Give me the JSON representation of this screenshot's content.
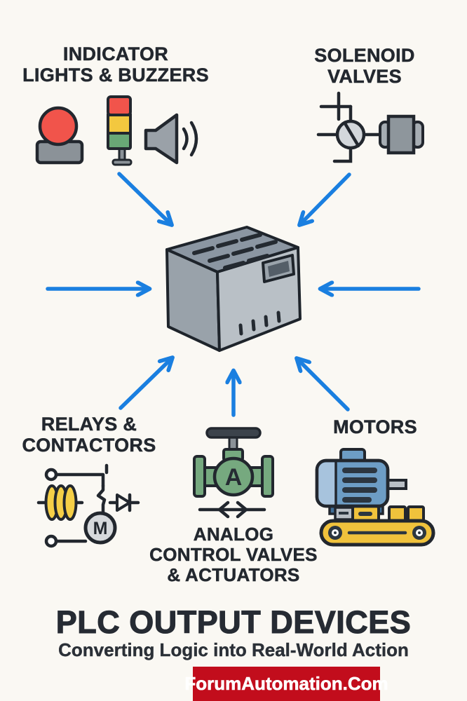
{
  "background": "#faf8f3",
  "colors": {
    "arrow_blue": "#1a7fe0",
    "heading_dark": "#23282f",
    "outline_dark": "#22272e",
    "plc_top": "#8b96a2",
    "plc_left": "#99a2aa",
    "plc_front": "#b9c0c6",
    "red_light": "#f1544b",
    "amber_light": "#f3c83f",
    "green_light": "#69a876",
    "gray_metal": "#9aa1a8",
    "coil_yellow": "#f5cf47",
    "valve_green": "#76a97f",
    "motor_blue": "#6d9dc5",
    "motor_cap_blue": "#a7c3dd",
    "conveyor_yellow": "#f0c23c",
    "banner_red": "#c20d1c",
    "banner_text": "#ffffff"
  },
  "icons": [
    "push-button-light-icon",
    "stack-light-icon",
    "buzzer-speaker-icon",
    "solenoid-valve-icon",
    "plc-box-icon",
    "relay-contactor-circuit-icon",
    "analog-control-valve-icon",
    "motor-conveyor-icon"
  ],
  "labels": {
    "indicator": {
      "line1": "INDICATOR",
      "line2": "LIGHTS & BUZZERS"
    },
    "solenoid": {
      "line1": "SOLENOID",
      "line2": "VALVES"
    },
    "relays": {
      "line1": "RELAYS &",
      "line2": "CONTACTORS"
    },
    "analog": {
      "line1": "ANALOG",
      "line2": "CONTROL VALVES",
      "line3": "& ACTUATORS"
    },
    "motors": {
      "line1": "MOTORS"
    }
  },
  "glyphs": {
    "valve_letter": "A",
    "motor_letter": "M"
  },
  "footer": {
    "title": "PLC OUTPUT DEVICES",
    "subtitle": "Converting Logic into Real-World Action",
    "watermark": "ForumAutomation.Com"
  }
}
